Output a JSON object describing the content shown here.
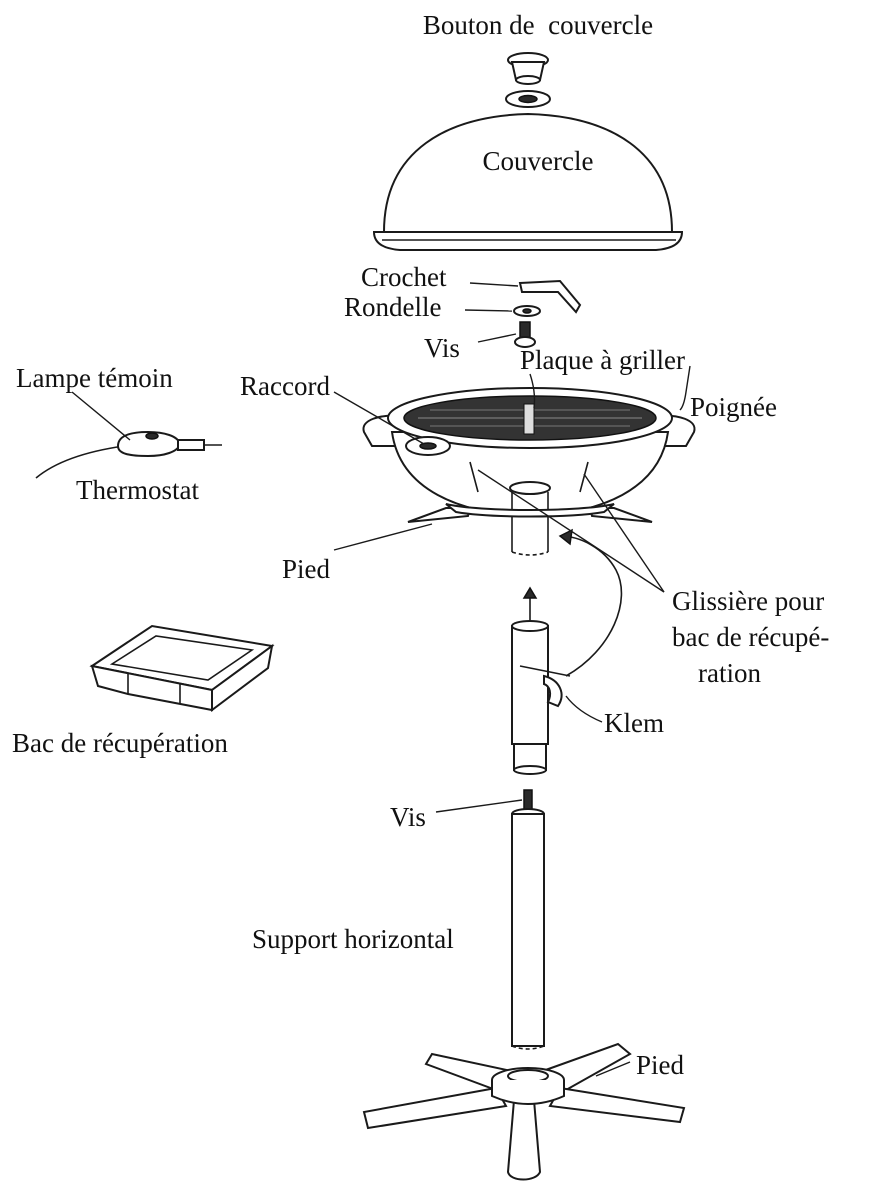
{
  "labels": {
    "lid_knob": "Bouton de  couvercle",
    "lid": "Couvercle",
    "hook": "Crochet",
    "washer": "Rondelle",
    "screw_top": "Vis",
    "grill_plate": "Plaque à griller",
    "indicator_lamp": "Lampe témoin",
    "connector": "Raccord",
    "handle": "Poignée",
    "thermostat": "Thermostat",
    "foot_top": "Pied",
    "drip_tray_slide_line1": "Glissière pour",
    "drip_tray_slide_line2": "bac de récupé-",
    "drip_tray_slide_line3": "ration",
    "drip_tray": "Bac de récupération",
    "clamp": "Klem",
    "screw_bottom": "Vis",
    "horizontal_support": "Support horizontal",
    "foot_bottom": "Pied"
  },
  "colors": {
    "ink": "#1a1a1a",
    "background": "#ffffff"
  }
}
